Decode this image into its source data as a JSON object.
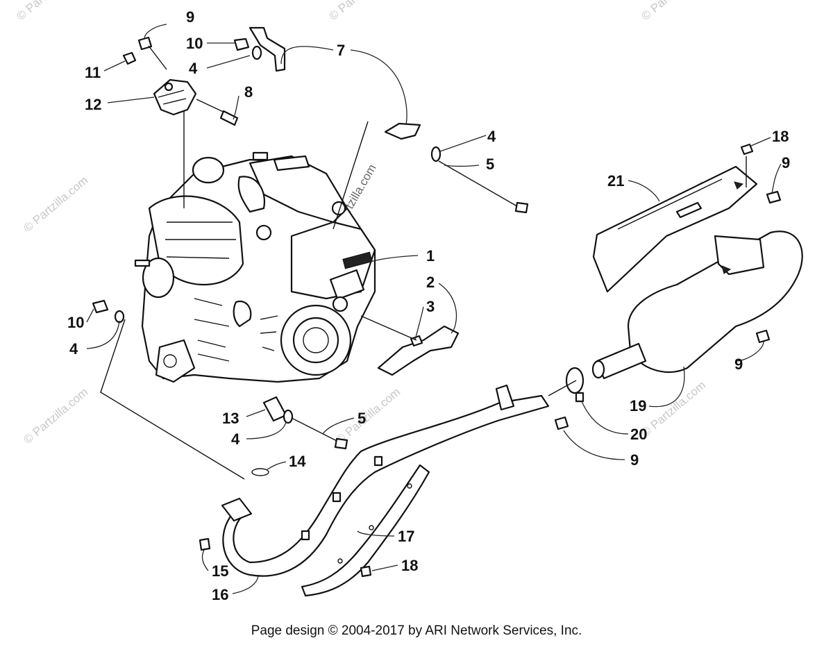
{
  "callouts": [
    {
      "id": "c9a",
      "text": "9"
    },
    {
      "id": "c10a",
      "text": "10"
    },
    {
      "id": "c4a",
      "text": "4"
    },
    {
      "id": "c7",
      "text": "7"
    },
    {
      "id": "c11",
      "text": "11"
    },
    {
      "id": "c12",
      "text": "12"
    },
    {
      "id": "c8",
      "text": "8"
    },
    {
      "id": "c4b",
      "text": "4"
    },
    {
      "id": "c5a",
      "text": "5"
    },
    {
      "id": "c18a",
      "text": "18"
    },
    {
      "id": "c9b",
      "text": "9"
    },
    {
      "id": "c21",
      "text": "21"
    },
    {
      "id": "c1",
      "text": "1"
    },
    {
      "id": "c2",
      "text": "2"
    },
    {
      "id": "c3",
      "text": "3"
    },
    {
      "id": "c10b",
      "text": "10"
    },
    {
      "id": "c4c",
      "text": "4"
    },
    {
      "id": "c9c",
      "text": "9"
    },
    {
      "id": "c19",
      "text": "19"
    },
    {
      "id": "c13",
      "text": "13"
    },
    {
      "id": "c5b",
      "text": "5"
    },
    {
      "id": "c4d",
      "text": "4"
    },
    {
      "id": "c20",
      "text": "20"
    },
    {
      "id": "c9d",
      "text": "9"
    },
    {
      "id": "c14",
      "text": "14"
    },
    {
      "id": "c17",
      "text": "17"
    },
    {
      "id": "c18b",
      "text": "18"
    },
    {
      "id": "c15",
      "text": "15"
    },
    {
      "id": "c16",
      "text": "16"
    }
  ],
  "watermark_text": "© Partzilla.com",
  "footer": "Page design © 2004-2017 by ARI Network Services, Inc."
}
